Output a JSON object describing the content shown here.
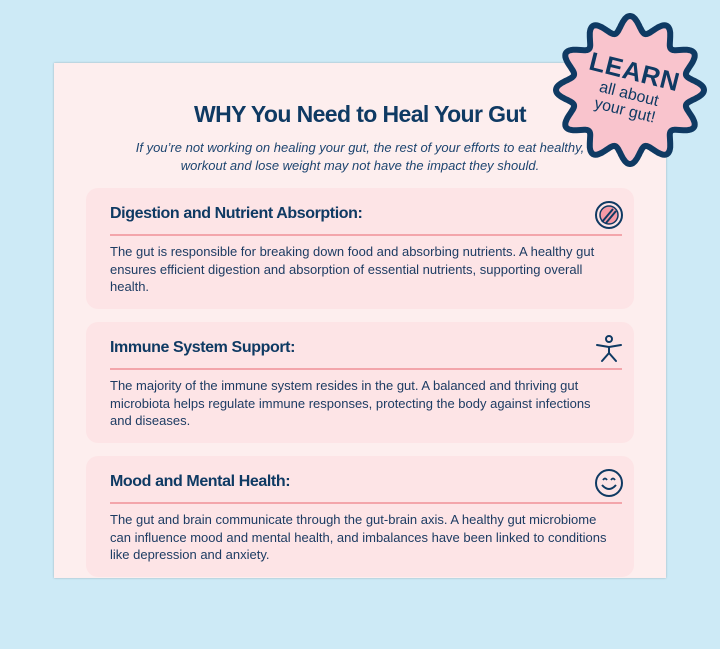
{
  "title": "WHY You Need to Heal Your Gut",
  "subtitle": "If you’re not working on healing your gut, the rest of your efforts to eat healthy, workout and  lose weight may not have the impact they should.",
  "badge": {
    "big": "LEARN",
    "line1": "all about",
    "line2": "your gut!"
  },
  "sections": [
    {
      "heading": "Digestion and Nutrient Absorption:",
      "icon": "plate-cutlery-icon",
      "body": "The gut is responsible for breaking down food and absorbing nutrients. A healthy gut ensures efficient digestion and absorption of essential nutrients, supporting overall health."
    },
    {
      "heading": "Immune System Support:",
      "icon": "person-stretch-icon",
      "body": "The majority of the immune system resides in the gut. A balanced and thriving gut microbiota helps regulate immune responses, protecting the body against infections and diseases."
    },
    {
      "heading": "Mood and Mental Health:",
      "icon": "smiley-icon",
      "body": "The gut and brain communicate through the gut-brain axis. A healthy gut microbiome can influence mood and mental health, and imbalances have been linked to conditions like depression and anxiety."
    }
  ],
  "colors": {
    "navy": "#0f3a63",
    "pink": "#f9c4cd",
    "rule": "#f3a5ab",
    "background": "#cdeaf6"
  }
}
